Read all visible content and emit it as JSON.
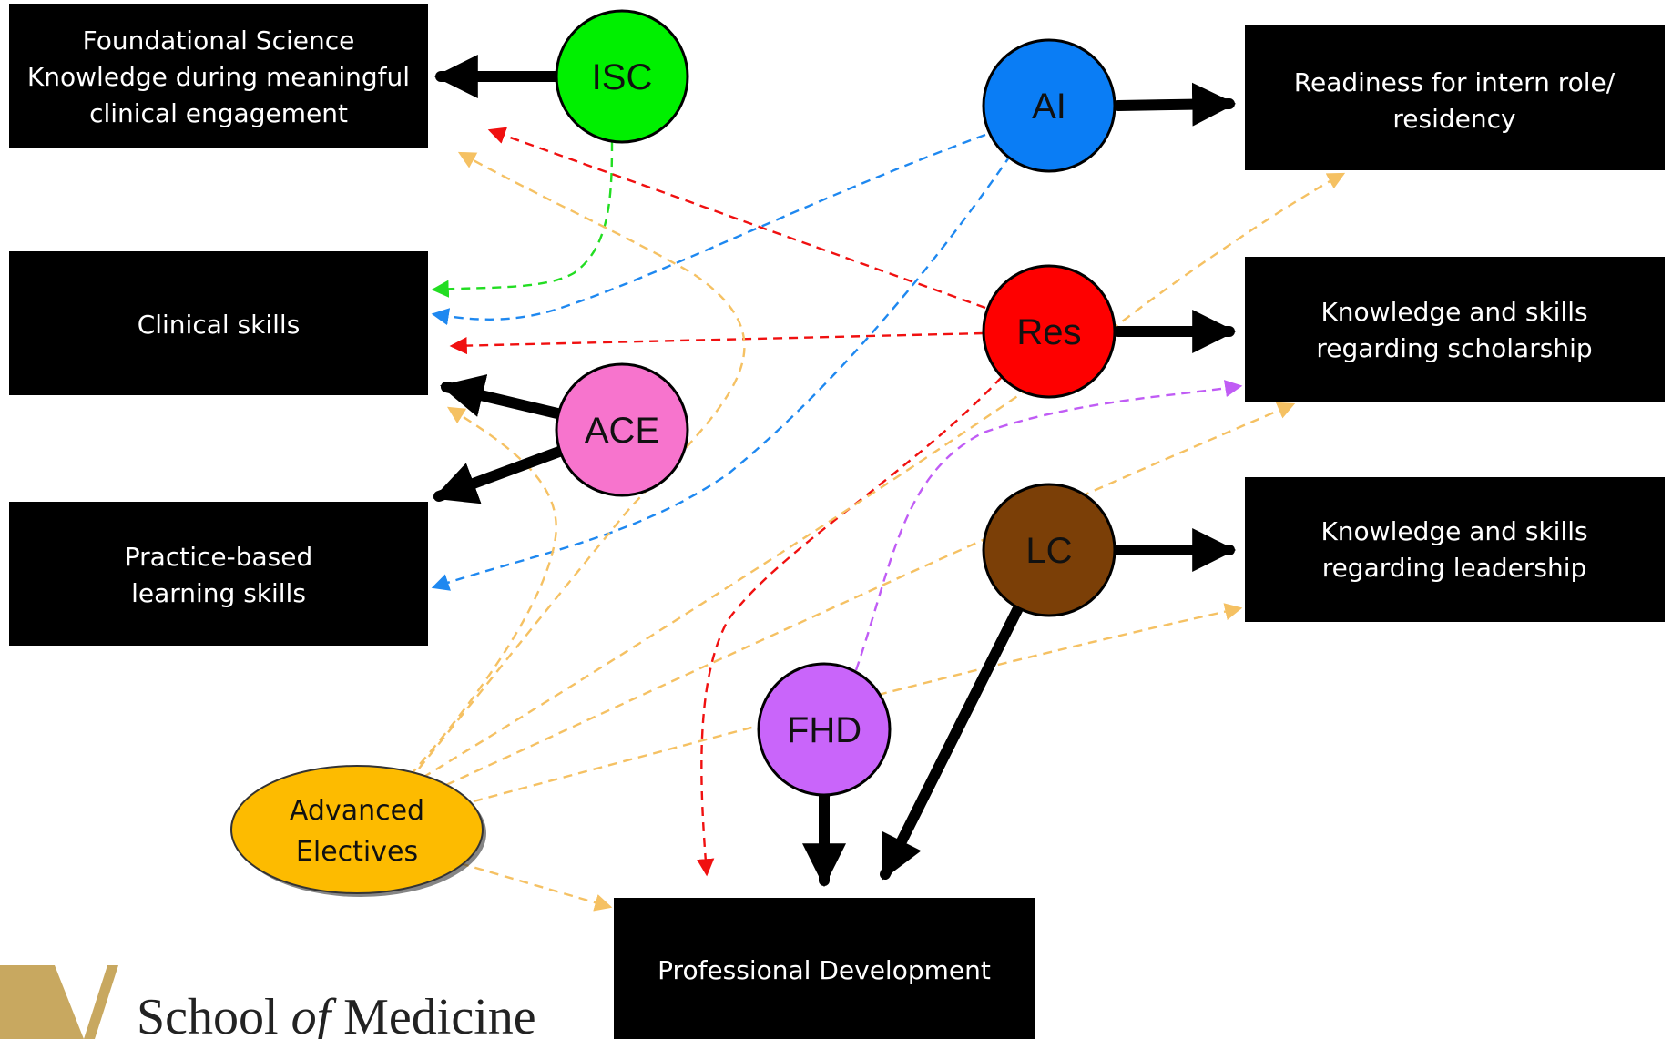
{
  "outcomes": [
    {
      "id": "foundational",
      "lines": [
        "Foundational Science ",
        "Knowledge during meaningful ",
        "clinical engagement"
      ]
    },
    {
      "id": "clinical",
      "lines": [
        "Clinical skills"
      ]
    },
    {
      "id": "pbl",
      "lines": [
        "Practice-based ",
        "learning  skills"
      ]
    },
    {
      "id": "readiness",
      "lines": [
        "Readiness for intern role/",
        "residency"
      ]
    },
    {
      "id": "scholarship",
      "lines": [
        "Knowledge and skills",
        "regarding scholarship"
      ]
    },
    {
      "id": "leadership",
      "lines": [
        "Knowledge and skills",
        "regarding leadership"
      ]
    },
    {
      "id": "profdev",
      "lines": [
        "Professional Development"
      ]
    }
  ],
  "courses": [
    {
      "id": "isc",
      "label": "ISC",
      "color": "#00f000"
    },
    {
      "id": "ai",
      "label": "AI",
      "color": "#0a7df5"
    },
    {
      "id": "res",
      "label": "Res",
      "color": "#fe0000"
    },
    {
      "id": "ace",
      "label": "ACE",
      "color": "#f774cd"
    },
    {
      "id": "lc",
      "label": "LC",
      "color": "#7b3f07"
    },
    {
      "id": "fhd",
      "label": "FHD",
      "color": "#c965fa"
    }
  ],
  "electives": {
    "lines": [
      "Advanced",
      "Electives"
    ],
    "color": "#fdbb00"
  },
  "relationships": [
    {
      "from": "isc",
      "to": "foundational",
      "style": "solid",
      "color": "#000000"
    },
    {
      "from": "ai",
      "to": "readiness",
      "style": "solid",
      "color": "#000000"
    },
    {
      "from": "res",
      "to": "scholarship",
      "style": "solid",
      "color": "#000000"
    },
    {
      "from": "lc",
      "to": "leadership",
      "style": "solid",
      "color": "#000000"
    },
    {
      "from": "ace",
      "to": "clinical",
      "style": "solid",
      "color": "#000000"
    },
    {
      "from": "ace",
      "to": "pbl",
      "style": "solid",
      "color": "#000000"
    },
    {
      "from": "fhd",
      "to": "profdev",
      "style": "solid",
      "color": "#000000"
    },
    {
      "from": "lc",
      "to": "profdev",
      "style": "solid",
      "color": "#000000"
    },
    {
      "from": "isc",
      "to": "clinical",
      "style": "dashed",
      "color": "#22dd22"
    },
    {
      "from": "ai",
      "to": "clinical",
      "style": "dashed",
      "color": "#1e88f0"
    },
    {
      "from": "ai",
      "to": "pbl",
      "style": "dashed",
      "color": "#1e88f0"
    },
    {
      "from": "res",
      "to": "foundational",
      "style": "dashed",
      "color": "#f01010"
    },
    {
      "from": "res",
      "to": "clinical",
      "style": "dashed",
      "color": "#f01010"
    },
    {
      "from": "res",
      "to": "profdev",
      "style": "dashed",
      "color": "#f01010"
    },
    {
      "from": "fhd",
      "to": "scholarship",
      "style": "dashed",
      "color": "#c05cf5"
    },
    {
      "from": "electives",
      "to": "foundational",
      "style": "dashed",
      "color": "#f5c163"
    },
    {
      "from": "electives",
      "to": "clinical",
      "style": "dashed",
      "color": "#f5c163"
    },
    {
      "from": "electives",
      "to": "readiness",
      "style": "dashed",
      "color": "#f5c163"
    },
    {
      "from": "electives",
      "to": "scholarship",
      "style": "dashed",
      "color": "#f5c163"
    },
    {
      "from": "electives",
      "to": "leadership",
      "style": "dashed",
      "color": "#f5c163"
    },
    {
      "from": "electives",
      "to": "profdev",
      "style": "dashed",
      "color": "#f5c163"
    }
  ],
  "logo": {
    "text_before": "School ",
    "text_italic": "of",
    "text_after": " Medicine",
    "mark_color": "#c8a860"
  }
}
